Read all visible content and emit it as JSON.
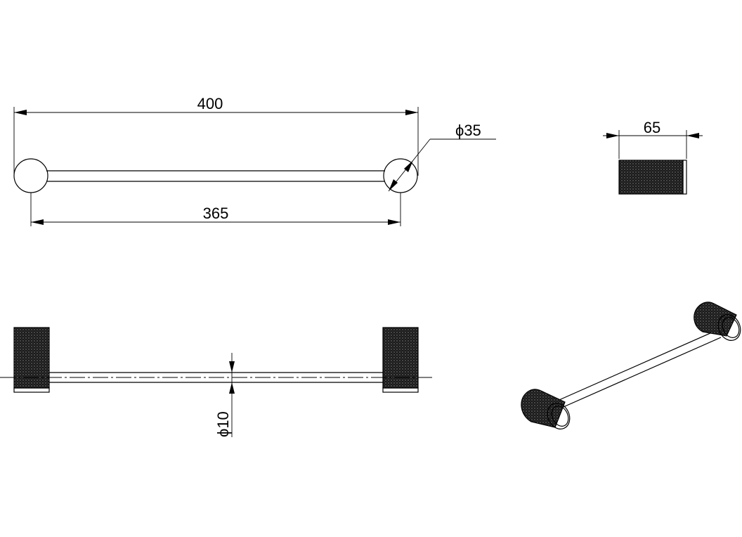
{
  "dimensions": {
    "overall_length": "400",
    "center_distance": "365",
    "post_diameter": "ϕ35",
    "projection": "65",
    "rail_diameter": "ϕ10"
  },
  "colors": {
    "line": "#000000",
    "background": "#ffffff"
  }
}
